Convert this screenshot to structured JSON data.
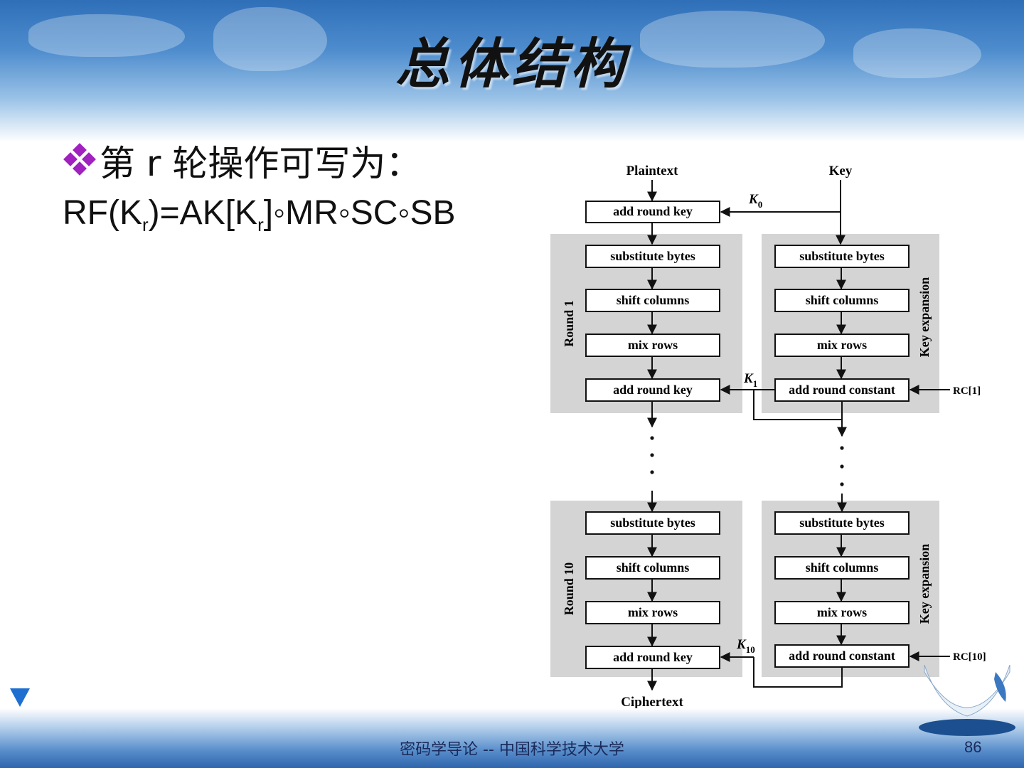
{
  "slide": {
    "title": "总体结构",
    "bullet": "第 r 轮操作可写为：",
    "formula": {
      "p1": "RF(K",
      "sub1": "r",
      "p2": ")=AK[K",
      "sub2": "r",
      "p3": "]◦MR◦SC◦SB"
    },
    "footer": "密码学导论 -- 中国科学技术大学",
    "page_number": "86"
  },
  "diagram": {
    "plaintext": "Plaintext",
    "key": "Key",
    "ciphertext": "Ciphertext",
    "k0": "K",
    "k0_sub": "0",
    "k1": "K",
    "k1_sub": "1",
    "k10": "K",
    "k10_sub": "10",
    "rc1": "RC[1]",
    "rc10": "RC[10]",
    "round1_label": "Round 1",
    "round10_label": "Round 10",
    "key_expansion_label": "Key expansion",
    "initial_add_round_key": "add round key",
    "round_steps": [
      "substitute bytes",
      "shift columns",
      "mix rows",
      "add round key"
    ],
    "key_steps": [
      "substitute bytes",
      "shift columns",
      "mix rows",
      "add round constant"
    ]
  }
}
